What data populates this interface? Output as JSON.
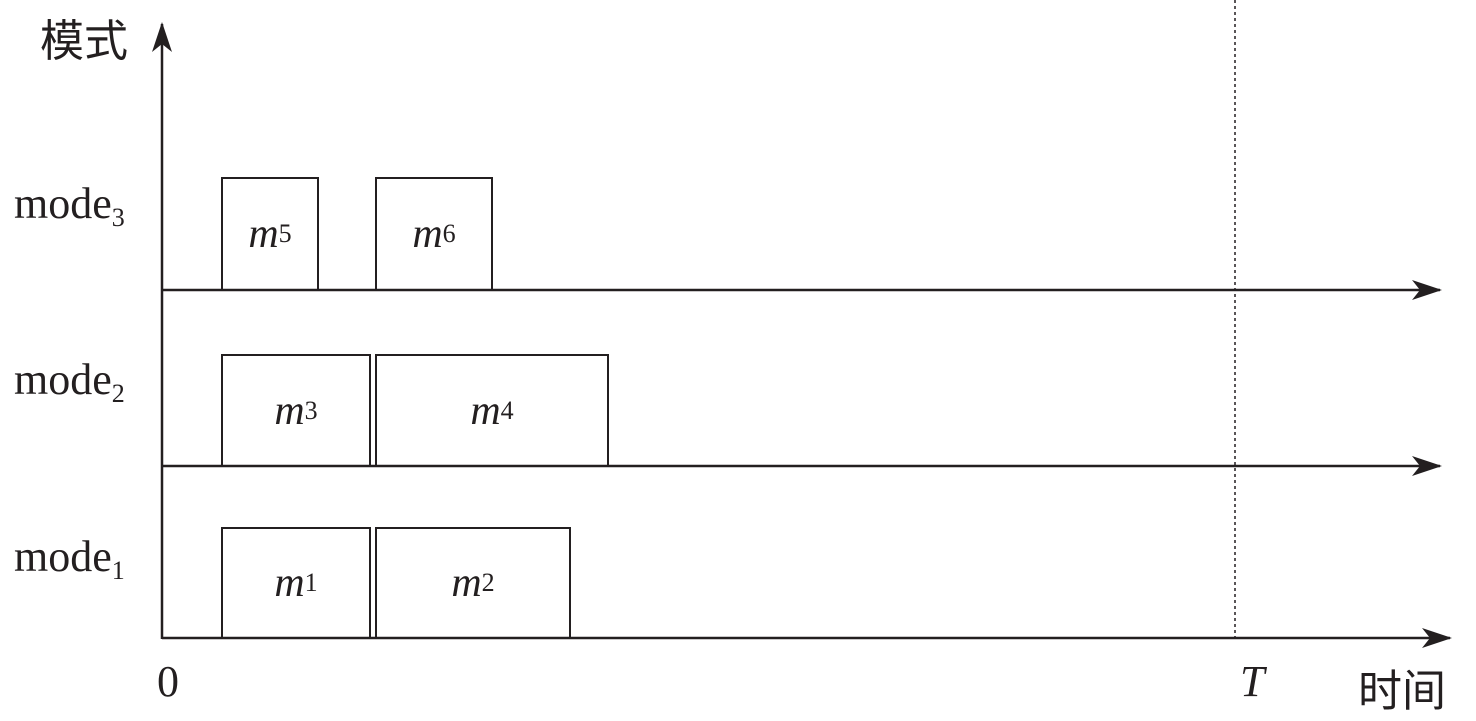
{
  "axes": {
    "y_label": "模式",
    "x_label": "时间",
    "origin": "0",
    "deadline": "T"
  },
  "modes": [
    {
      "name": "mode",
      "sub": "3"
    },
    {
      "name": "mode",
      "sub": "2"
    },
    {
      "name": "mode",
      "sub": "1"
    }
  ],
  "tasks": [
    {
      "name": "m",
      "sub": "5",
      "mode": 3
    },
    {
      "name": "m",
      "sub": "6",
      "mode": 3
    },
    {
      "name": "m",
      "sub": "3",
      "mode": 2
    },
    {
      "name": "m",
      "sub": "4",
      "mode": 2
    },
    {
      "name": "m",
      "sub": "1",
      "mode": 1
    },
    {
      "name": "m",
      "sub": "2",
      "mode": 1
    }
  ],
  "colors": {
    "ink": "#231f20"
  }
}
